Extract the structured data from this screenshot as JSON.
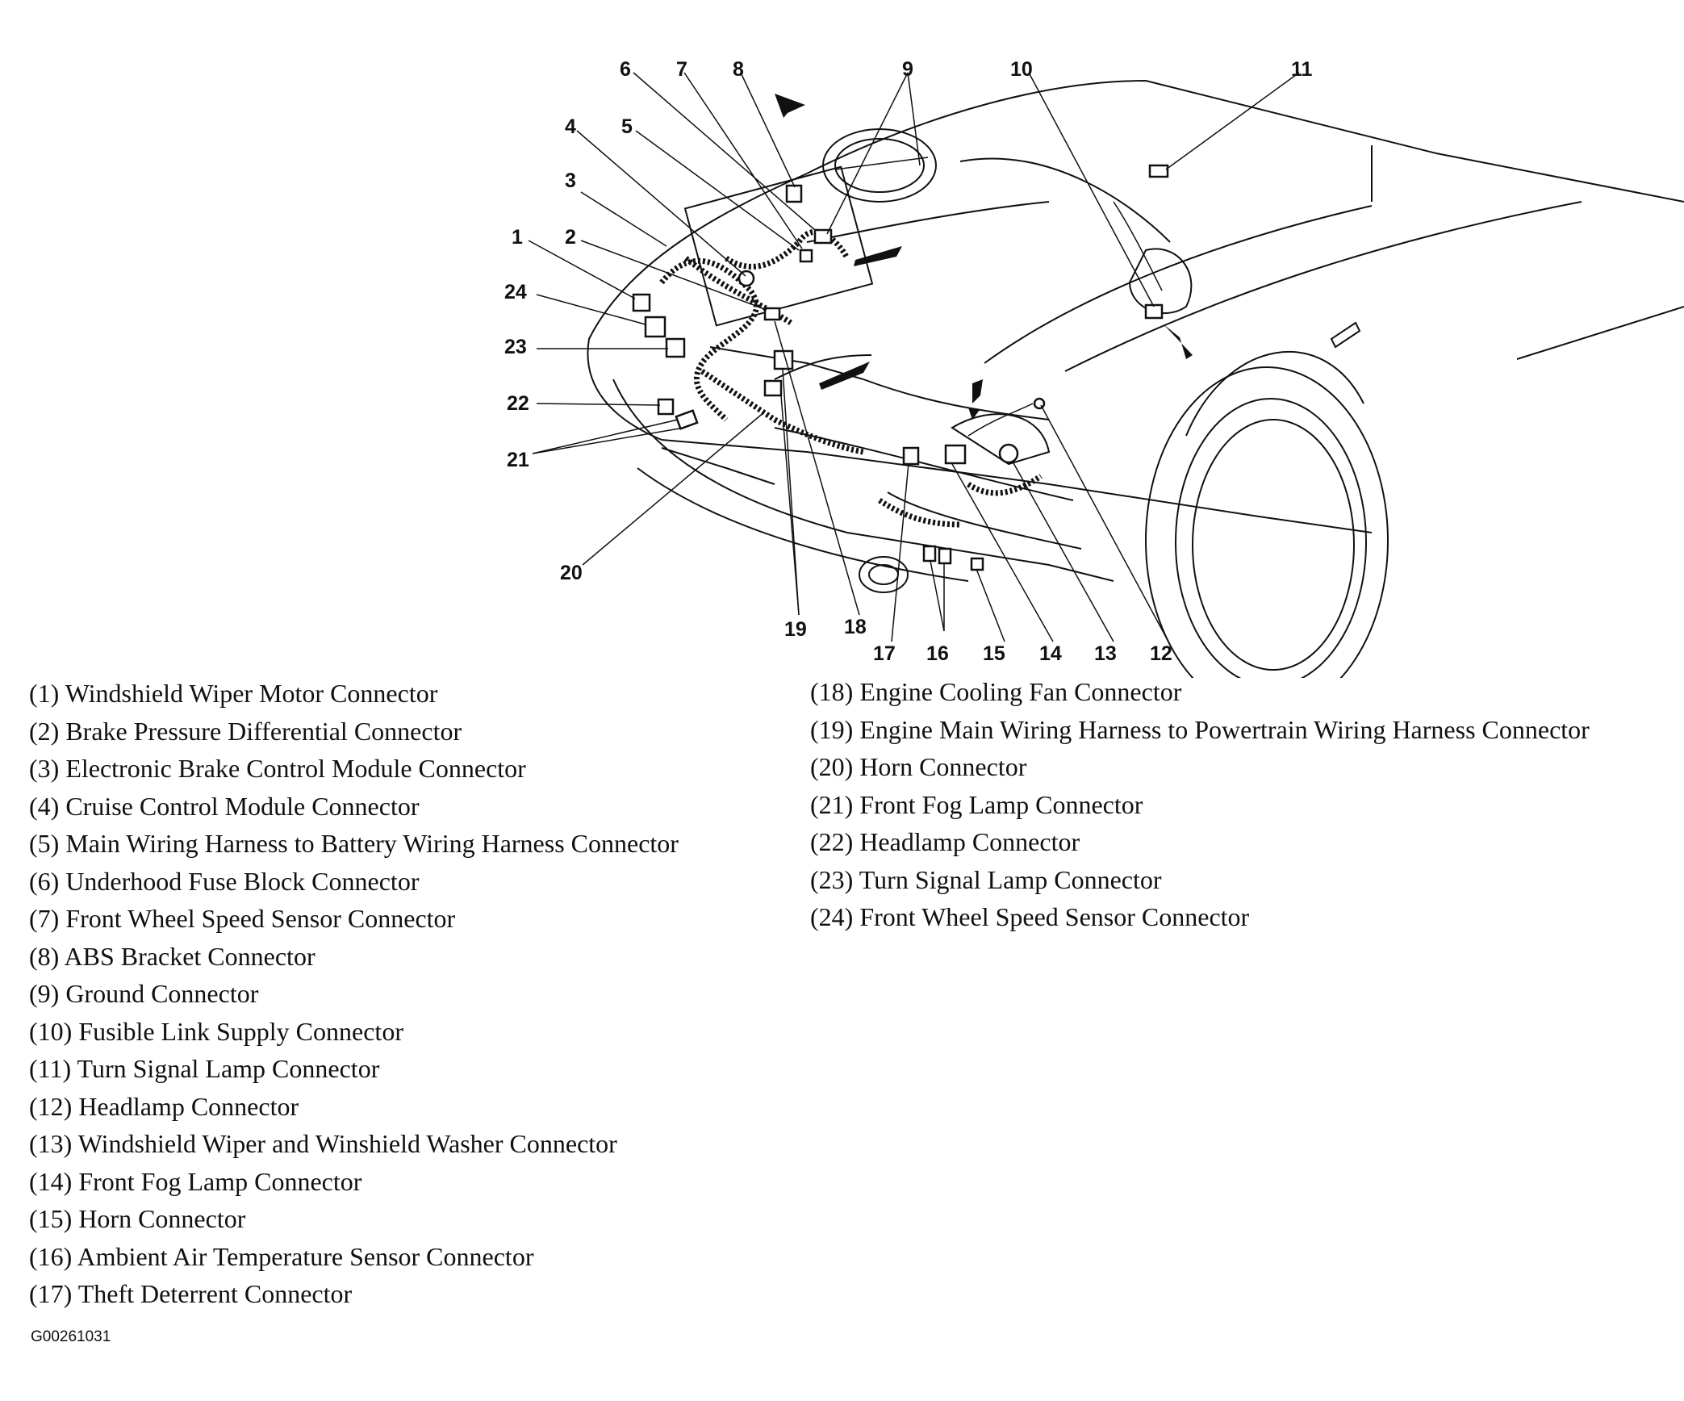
{
  "diagram": {
    "callouts": [
      "1",
      "2",
      "3",
      "4",
      "5",
      "6",
      "7",
      "8",
      "9",
      "10",
      "11",
      "12",
      "13",
      "14",
      "15",
      "16",
      "17",
      "18",
      "19",
      "20",
      "21",
      "22",
      "23",
      "24"
    ]
  },
  "legend_left": [
    "(1)  Windshield Wiper Motor Connector",
    "(2)  Brake Pressure Differential Connector",
    "(3)  Electronic Brake Control Module Connector",
    "(4)  Cruise Control Module Connector",
    "(5)  Main Wiring Harness to Battery Wiring Harness Connector",
    "(6)  Underhood Fuse Block Connector",
    "(7)  Front Wheel Speed Sensor Connector",
    "(8)  ABS Bracket Connector",
    "(9)  Ground Connector",
    "(10) Fusible Link Supply Connector",
    "(11) Turn Signal Lamp Connector",
    "(12) Headlamp Connector",
    "(13) Windshield Wiper and Winshield Washer Connector",
    "(14) Front Fog Lamp Connector",
    "(15) Horn Connector",
    "(16) Ambient Air Temperature Sensor Connector",
    "(17) Theft Deterrent Connector"
  ],
  "legend_right": [
    "(18) Engine Cooling Fan Connector",
    "(19) Engine Main Wiring Harness to Powertrain Wiring Harness Connector",
    "(20) Horn Connector",
    "(21) Front Fog Lamp Connector",
    "(22) Headlamp Connector",
    "(23) Turn Signal Lamp Connector",
    "(24) Front Wheel Speed Sensor Connector"
  ],
  "figure_id": "G00261031"
}
